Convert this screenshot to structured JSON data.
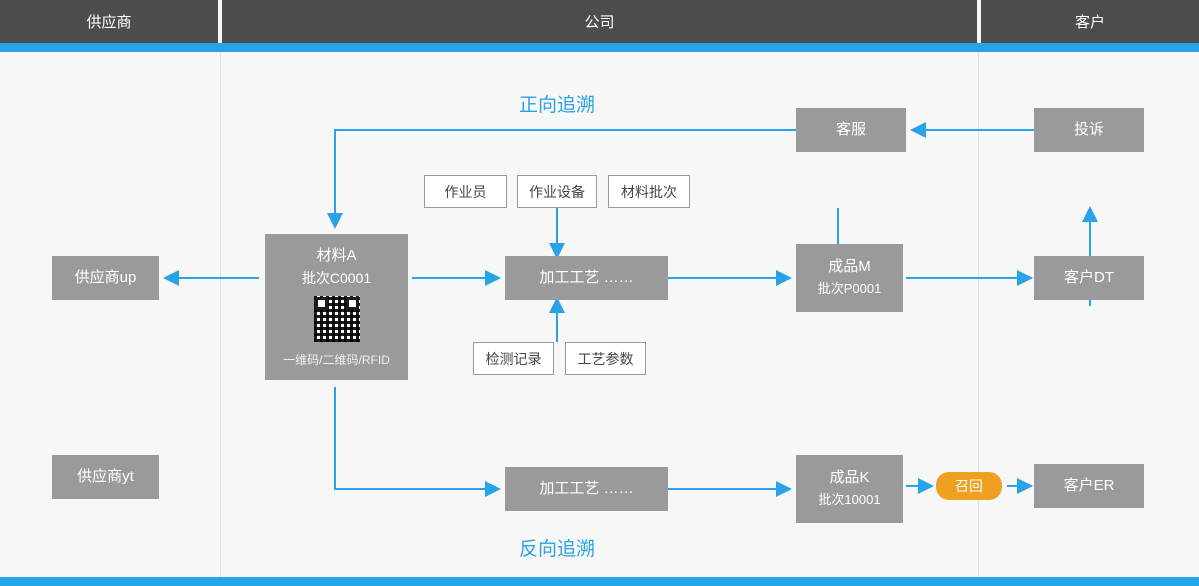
{
  "header": {
    "cells": [
      {
        "label": "供应商"
      },
      {
        "label": "公司"
      },
      {
        "label": "客户"
      }
    ]
  },
  "captions": {
    "forward": "正向追溯",
    "backward": "反向追溯"
  },
  "nodes": {
    "supplier_up": {
      "label": "供应商up"
    },
    "supplier_yt": {
      "label": "供应商yt"
    },
    "material": {
      "title": "材料A",
      "batch": "批次C0001",
      "codes": "一维码/二维码/RFID",
      "qr_icon": "qr-code-icon"
    },
    "process_top": {
      "label": "加工工艺  ……"
    },
    "process_bottom": {
      "label": "加工工艺  ……"
    },
    "product_m": {
      "title": "成品M",
      "batch": "批次P0001"
    },
    "product_k": {
      "title": "成品K",
      "batch": "批次10001"
    },
    "customer_dt": {
      "label": "客户DT"
    },
    "customer_er": {
      "label": "客户ER"
    },
    "customer_service": {
      "label": "客服"
    },
    "complaint": {
      "label": "投诉"
    },
    "recall": {
      "label": "召回"
    }
  },
  "attributes": {
    "operator": "作业员",
    "equipment": "作业设备",
    "material_batch": "材料批次",
    "inspection_record": "检测记录",
    "process_parameter": "工艺参数"
  },
  "colors": {
    "accent": "#29a3e8",
    "node": "#9a9a9a",
    "header": "#4d4d4d",
    "recall": "#f0a020",
    "background": "#f7f7f7"
  }
}
